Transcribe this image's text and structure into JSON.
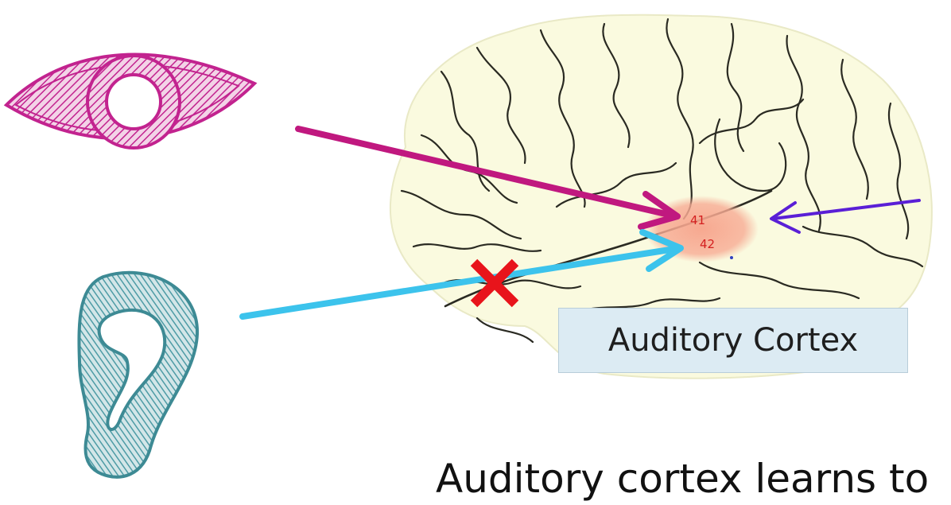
{
  "diagram": {
    "box_label": "Auditory Cortex",
    "caption": "Auditory cortex learns to",
    "area_labels": [
      "41",
      "42"
    ],
    "colors": {
      "eye": "#c2238f",
      "ear": "#4d9ba5",
      "eye_arrow": "#c0187f",
      "ear_arrow": "#3cc3ec",
      "right_arrow": "#5a1fd6",
      "cross": "#e8141b",
      "brain_fill": "#fafadf",
      "cortex_highlight": "#f7ab94",
      "label_box": "#dcebf3"
    },
    "icons": [
      "eye-icon",
      "ear-icon",
      "brain-icon",
      "cross-icon"
    ]
  }
}
